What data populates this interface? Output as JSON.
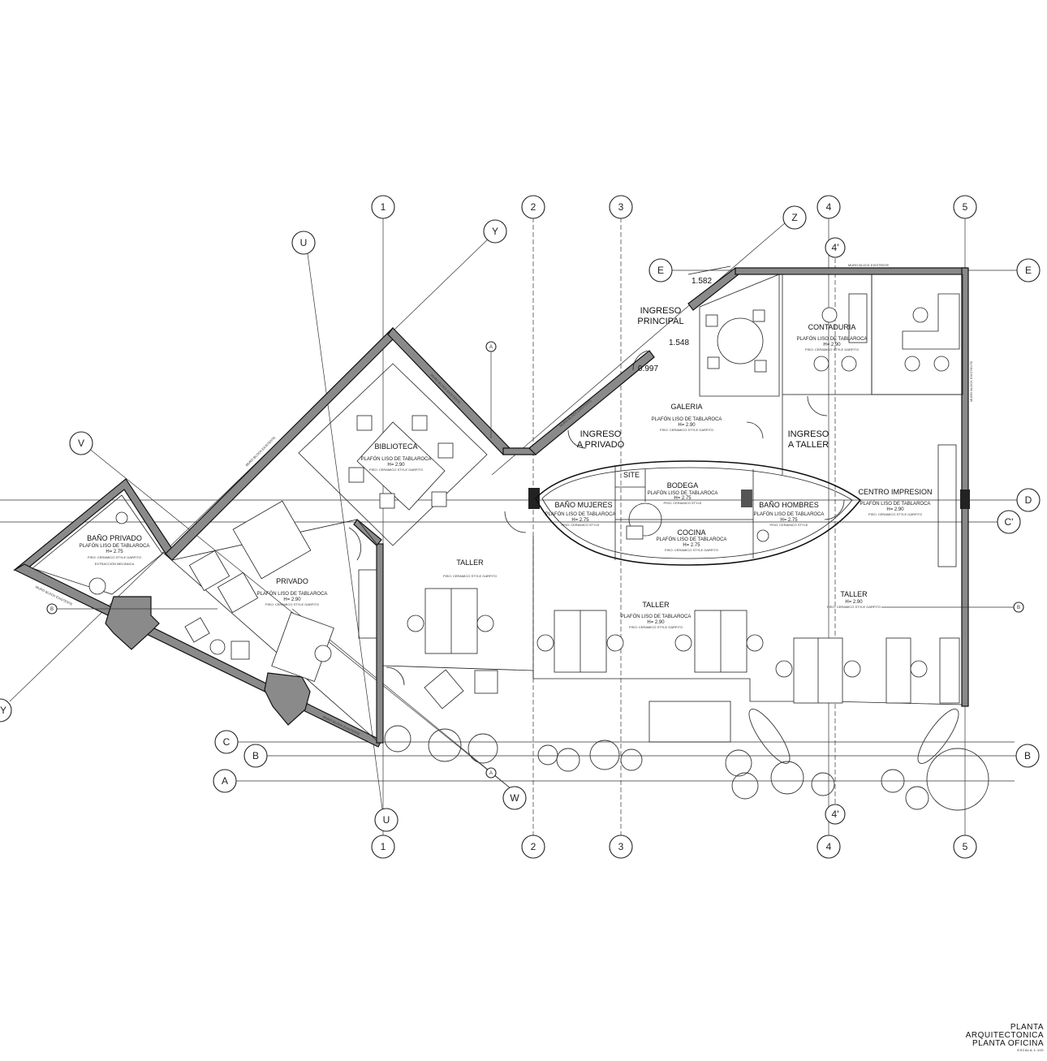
{
  "grid_axes": {
    "numeric": [
      "1",
      "2",
      "3",
      "4",
      "4'",
      "5"
    ],
    "letters": [
      "E",
      "D",
      "C'",
      "C",
      "B",
      "A"
    ],
    "diagonal": [
      "U",
      "Y",
      "Z",
      "V",
      "W"
    ],
    "section_marks": [
      "A",
      "B"
    ]
  },
  "rooms": [
    {
      "name": "BAÑO PRIVADO",
      "ceiling": "PLAFÓN LISO DE TABLAROCA",
      "height": "H= 2.75",
      "floor": "PISO: CERAMICO STYLE GARFITO",
      "note": "EXTRACCIÓN MECÁNICA"
    },
    {
      "name": "PRIVADO",
      "ceiling": "PLAFÓN LISO DE TABLAROCA",
      "height": "H= 2.90",
      "floor": "PISO: CERAMICO STYLE GARFITO"
    },
    {
      "name": "BIBLIOTECA",
      "ceiling": "PLAFÓN LISO DE TABLAROCA",
      "height": "H= 2.90",
      "floor": "PISO: CERAMICO STYLE GARFITO"
    },
    {
      "name": "GALERIA",
      "ceiling": "PLAFÓN LISO DE TABLAROCA",
      "height": "H= 2.90",
      "floor": "PISO: CERAMICO STYLE GARFITO"
    },
    {
      "name": "CONTADURIA",
      "ceiling": "PLAFÓN LISO DE TABLAROCA",
      "height": "H= 2.90",
      "floor": "PISO: CERAMICO STYLE GARFITO"
    },
    {
      "name": "BAÑO MUJERES",
      "ceiling": "PLAFÓN LISO DE TABLAROCA",
      "height": "H= 2.75",
      "floor": "PISO: CERAMICO STYLE"
    },
    {
      "name": "BODEGA",
      "ceiling": "PLAFÓN LISO DE TABLAROCA",
      "height": "H= 2.75",
      "floor": "PISO: CERAMICO STYLE"
    },
    {
      "name": "COCINA",
      "ceiling": "PLAFÓN LISO DE TABLAROCA",
      "height": "H= 2.75",
      "floor": "PISO: CERAMICO STYLE GARFITO"
    },
    {
      "name": "BAÑO HOMBRES",
      "ceiling": "PLAFÓN LISO DE TABLAROCA",
      "height": "H= 2.75",
      "floor": "PISO: CERAMICO STYLE"
    },
    {
      "name": "CENTRO IMPRESION",
      "ceiling": "PLAFÓN LISO DE TABLAROCA",
      "height": "H= 2.90",
      "floor": "PISO: CERAMICO STYLE GARFITO"
    },
    {
      "name": "TALLER",
      "ceiling": "",
      "height": "",
      "floor": "PISO: CERAMICO STYLE GARFITO"
    },
    {
      "name": "TALLER",
      "ceiling": "PLAFÓN LISO DE TABLAROCA",
      "height": "H= 2.90",
      "floor": "PISO: CERAMICO STYLE GARFITO"
    },
    {
      "name": "TALLER",
      "ceiling": "",
      "height": "H= 2.90",
      "floor": "PISO: CERAMICO STYLE GARFITO"
    }
  ],
  "labels": {
    "site": "SITE",
    "ingreso_principal": [
      "INGRESO",
      "PRINCIPAL"
    ],
    "ingreso_privado": [
      "INGRESO",
      "A PRIVADO"
    ],
    "ingreso_taller": [
      "INGRESO",
      "A TALLER"
    ],
    "muro_block": "MURO BLOCK EXISTENTE"
  },
  "dimensions": [
    "1.582",
    "1.548",
    "0.997"
  ],
  "title_block": {
    "line1": "PLANTA",
    "line2": "ARQUITECTONICA",
    "line3": "PLANTA OFICINA",
    "scale": "ESCALA 1:100"
  }
}
